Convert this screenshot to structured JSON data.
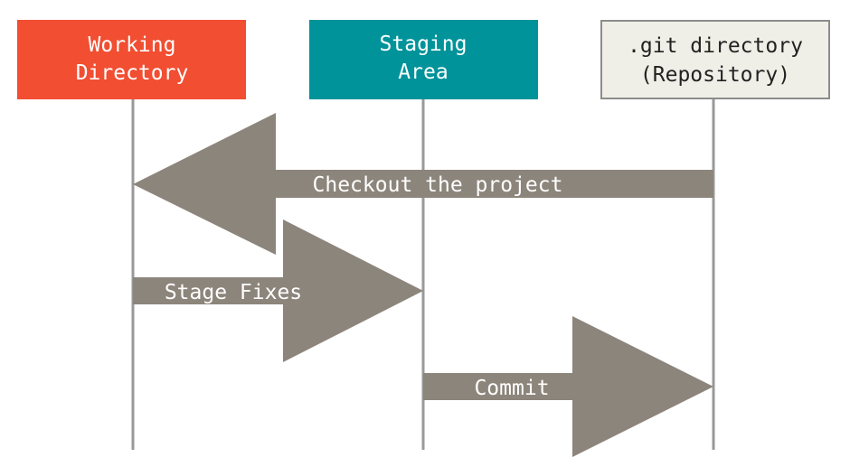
{
  "diagram": {
    "boxes": {
      "working": {
        "line1": "Working",
        "line2": "Directory",
        "fill": "#f14e32",
        "text_color": "#ffffff"
      },
      "staging": {
        "line1": "Staging",
        "line2": "Area",
        "fill": "#00939a",
        "text_color": "#ffffff"
      },
      "repo": {
        "line1": ".git directory",
        "line2": "(Repository)",
        "fill": "#f0efe7",
        "border": "#8c8c8c",
        "text_color": "#222222"
      }
    },
    "arrows": {
      "checkout": {
        "label": "Checkout the project"
      },
      "stage": {
        "label": "Stage Fixes"
      },
      "commit": {
        "label": "Commit"
      }
    },
    "arrow_color": "#8c857b",
    "lifeline_color": "#999999"
  }
}
